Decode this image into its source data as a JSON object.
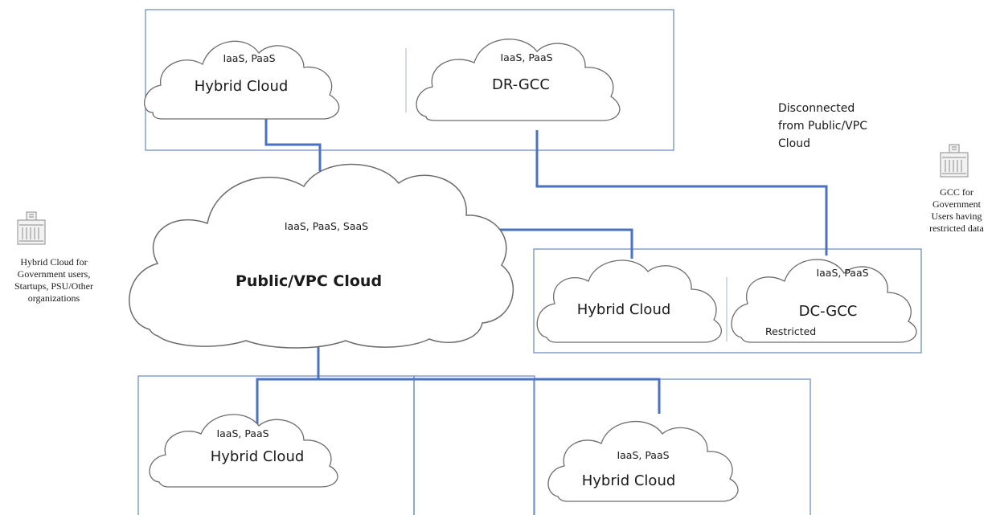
{
  "clouds": {
    "top_left": {
      "services": "IaaS, PaaS",
      "name": "Hybrid Cloud"
    },
    "top_right": {
      "services": "IaaS, PaaS",
      "name": "DR-GCC"
    },
    "center": {
      "services": "IaaS, PaaS, SaaS",
      "name": "Public/VPC Cloud"
    },
    "mid_left": {
      "name": "Hybrid Cloud"
    },
    "mid_right": {
      "services": "IaaS, PaaS",
      "name": "DC-GCC",
      "tag": "Restricted"
    },
    "bottom_left": {
      "services": "IaaS, PaaS",
      "name": "Hybrid Cloud"
    },
    "bottom_right": {
      "services": "IaaS, PaaS",
      "name": "Hybrid Cloud"
    }
  },
  "notes": {
    "disconnected": [
      "Disconnected",
      "from Public/VPC",
      "Cloud"
    ]
  },
  "legend": {
    "left_caption": [
      "Hybrid Cloud for",
      "Government users,",
      "Startups, PSU/Other",
      "organizations"
    ],
    "right_caption": [
      "GCC for",
      "Government",
      "Users having",
      "restricted data"
    ],
    "icon": "government-building-icon"
  },
  "colors": {
    "box_border": "#7b97c8",
    "connector": "#4a72c4",
    "cloud_outline": "#6c6c6c"
  }
}
